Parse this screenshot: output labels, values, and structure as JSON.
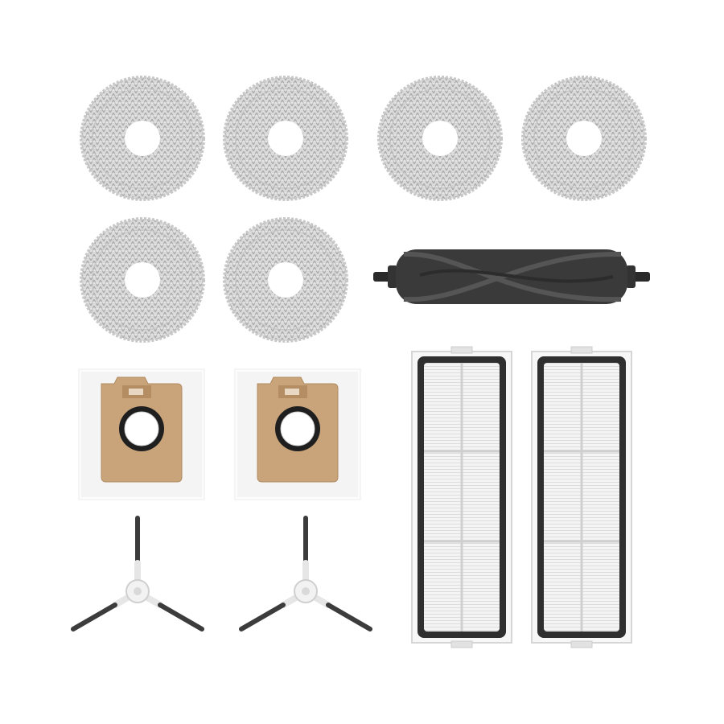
{
  "scene": {
    "background": "#ffffff",
    "items": [
      {
        "kind": "mop-pad",
        "count": 6,
        "color": "#d6d6d6"
      },
      {
        "kind": "main-roller-brush",
        "count": 1,
        "color": "#3a3a3a"
      },
      {
        "kind": "dust-bag",
        "count": 2,
        "color": "#c9a47a"
      },
      {
        "kind": "side-brush",
        "count": 2,
        "color": "#3c3c3c"
      },
      {
        "kind": "hepa-filter",
        "count": 2,
        "color": "#2f2f2f"
      }
    ]
  }
}
